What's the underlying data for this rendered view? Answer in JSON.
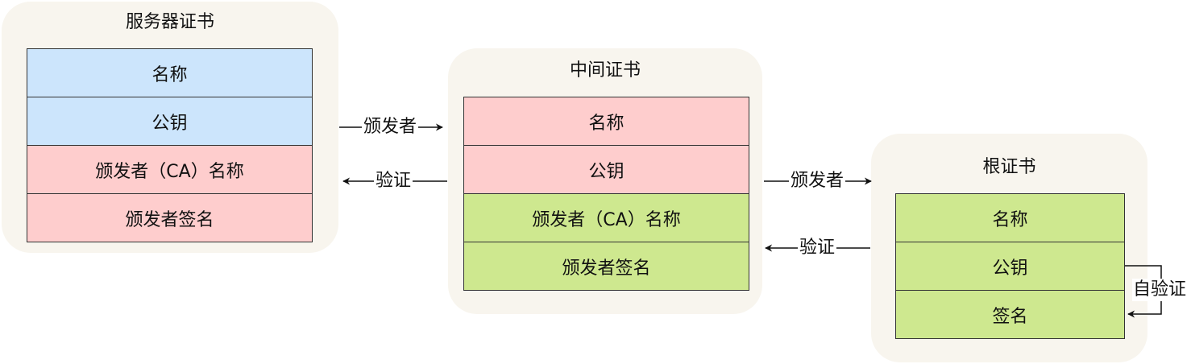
{
  "server_cert": {
    "title": "服务器证书",
    "rows": [
      "名称",
      "公钥",
      "颁发者（CA）名称",
      "颁发者签名"
    ]
  },
  "intermediate_cert": {
    "title": "中间证书",
    "rows": [
      "名称",
      "公钥",
      "颁发者（CA）名称",
      "颁发者签名"
    ]
  },
  "root_cert": {
    "title": "根证书",
    "rows": [
      "名称",
      "公钥",
      "签名"
    ]
  },
  "arrows": {
    "issuer_1": "颁发者",
    "verify_1": "验证",
    "issuer_2": "颁发者",
    "verify_2": "验证",
    "self_verify": "自验证"
  },
  "colors": {
    "panel_bg": "#f8f5ee",
    "blue_fill": "#cce5fc",
    "pink_fill": "#fecdcd",
    "green_fill": "#cee88f"
  }
}
